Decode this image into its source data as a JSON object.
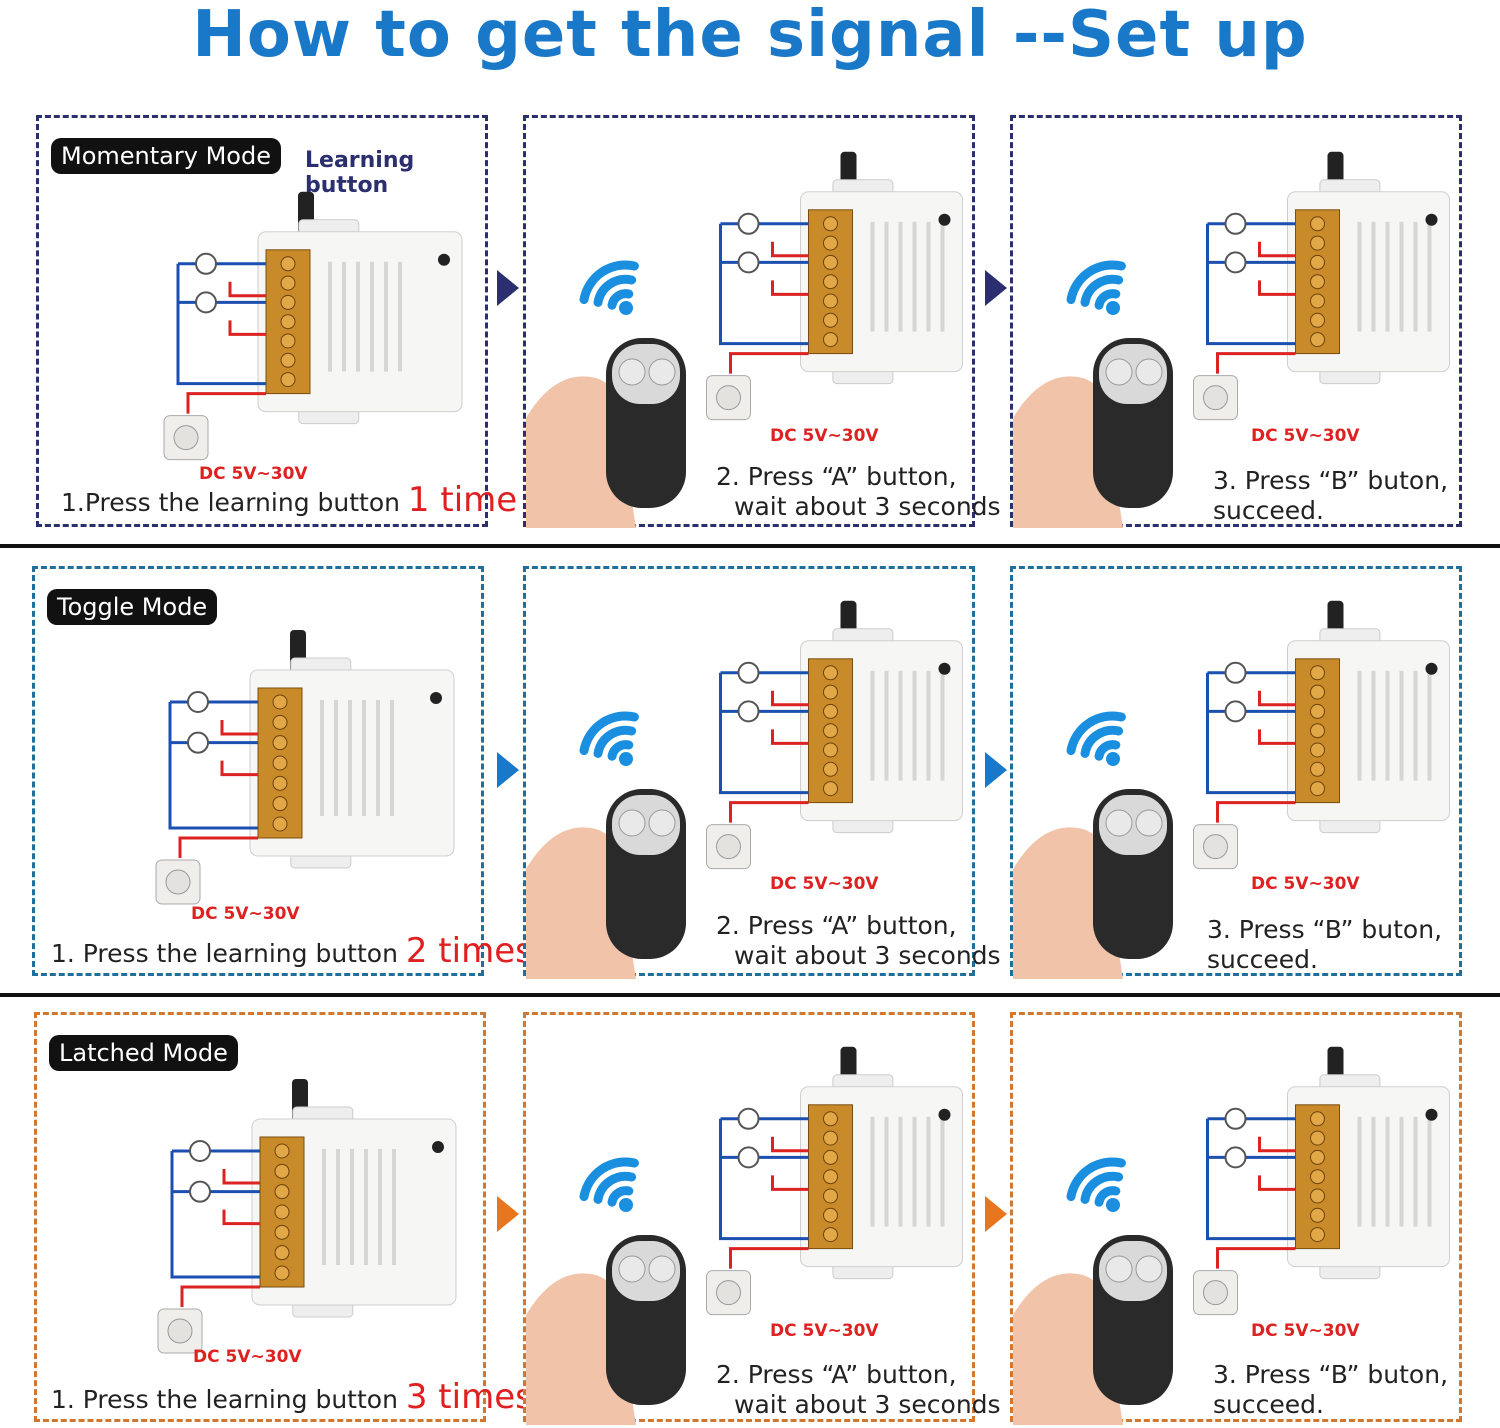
{
  "title": "How to get the signal --Set up",
  "colors": {
    "title": "#1a78c8",
    "row1_border": "#2b2f6e",
    "row2_border": "#1f6e9c",
    "row3_border": "#d2772f",
    "times_text": "#e02020",
    "dc_text": "#dd2222"
  },
  "labels": {
    "learning_button": "Learning button",
    "dc": "DC 5V~30V"
  },
  "rows": [
    {
      "mode": "Momentary Mode",
      "step1_prefix": "1.Press the learning button ",
      "step1_times": "1 time",
      "step2_line1": "2. Press “A” button,",
      "step2_line2": "wait about 3 seconds",
      "step3_line1": "3. Press “B” buton,",
      "step3_line2": "succeed."
    },
    {
      "mode": "Toggle Mode",
      "step1_prefix": "1. Press the learning button ",
      "step1_times": "2 times",
      "step2_line1": "2. Press “A” button,",
      "step2_line2": "wait about 3 seconds",
      "step3_line1": "3. Press “B” buton,",
      "step3_line2": "succeed."
    },
    {
      "mode": "Latched Mode",
      "step1_prefix": "1. Press the learning button ",
      "step1_times": "3 times",
      "step2_line1": "2. Press “A” button,",
      "step2_line2": "wait about 3 seconds",
      "step3_line1": "3. Press “B” buton,",
      "step3_line2": "succeed."
    }
  ]
}
